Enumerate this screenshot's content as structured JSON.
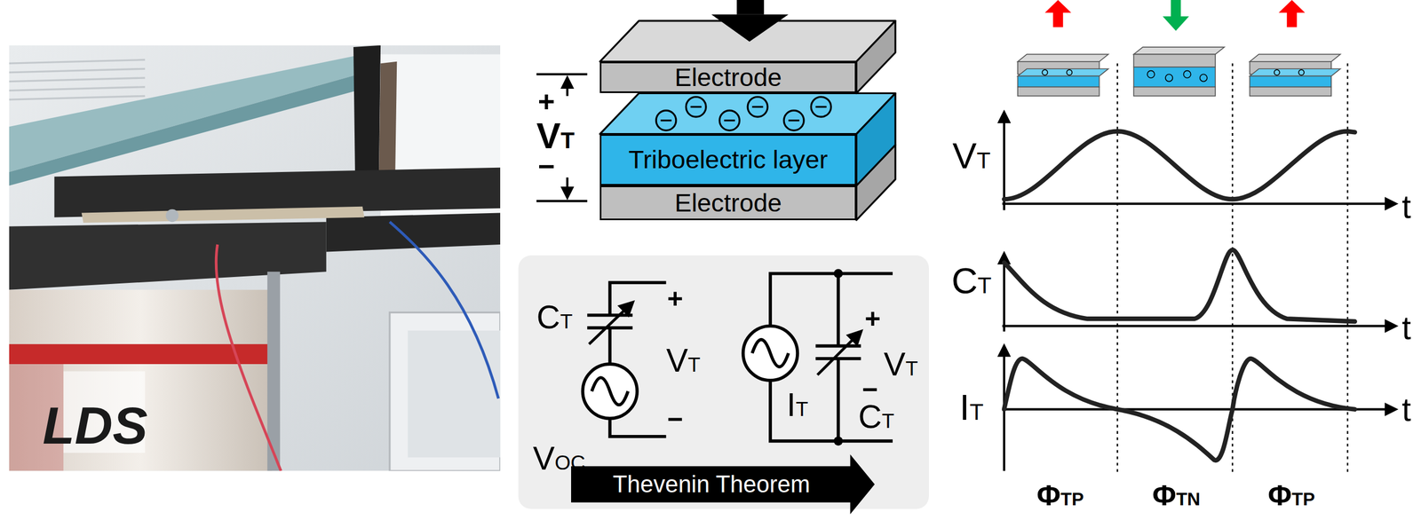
{
  "diagram": {
    "nodes": [
      {
        "text": [
          "Electrode"
        ]
      },
      {
        "text": [
          "Triboelectric layer"
        ]
      },
      {
        "text": [
          "Electrode"
        ]
      },
      {
        "text": [
          "Thevenin Theorem"
        ]
      }
    ],
    "labels": [
      "+",
      "VT",
      "−",
      "CT",
      "+",
      "VT",
      "VOC",
      "−",
      "+",
      "VT",
      "−",
      "IT",
      "CT",
      "VT",
      "t",
      "CT",
      "t",
      "IT",
      "t",
      "ΦTP",
      "ΦTN",
      "ΦTP",
      "LDS"
    ]
  }
}
